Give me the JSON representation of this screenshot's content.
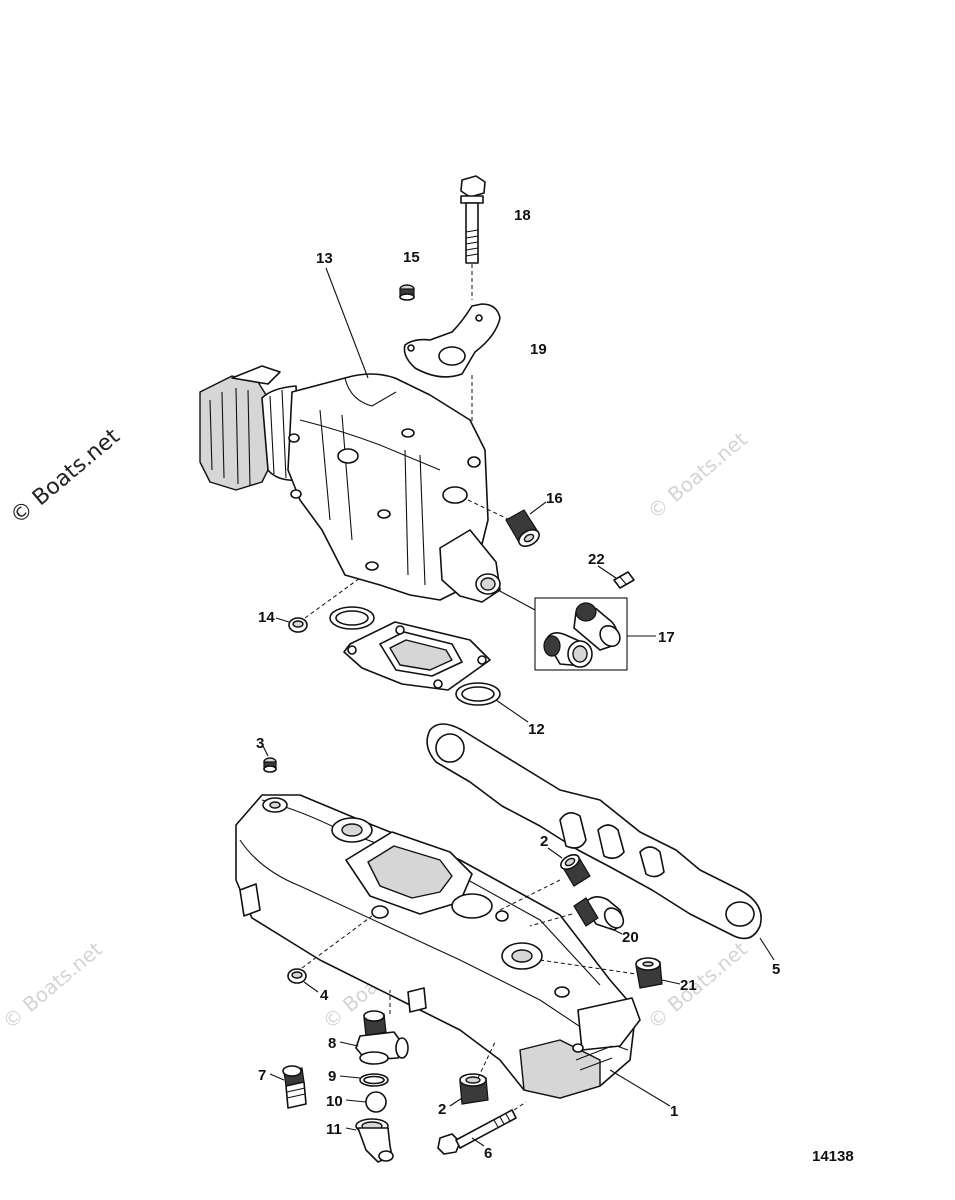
{
  "watermark_side": "© Boats.net",
  "watermark_faint": "© Boats.net",
  "figure_number": "14138",
  "callouts": [
    {
      "id": "18",
      "text": "18"
    },
    {
      "id": "13",
      "text": "13"
    },
    {
      "id": "15",
      "text": "15"
    },
    {
      "id": "19",
      "text": "19"
    },
    {
      "id": "16",
      "text": "16"
    },
    {
      "id": "22",
      "text": "22"
    },
    {
      "id": "17",
      "text": "17"
    },
    {
      "id": "14",
      "text": "14"
    },
    {
      "id": "12",
      "text": "12"
    },
    {
      "id": "3",
      "text": "3"
    },
    {
      "id": "2a",
      "text": "2"
    },
    {
      "id": "20",
      "text": "20"
    },
    {
      "id": "5",
      "text": "5"
    },
    {
      "id": "21",
      "text": "21"
    },
    {
      "id": "4",
      "text": "4"
    },
    {
      "id": "8",
      "text": "8"
    },
    {
      "id": "7",
      "text": "7"
    },
    {
      "id": "9",
      "text": "9"
    },
    {
      "id": "10",
      "text": "10"
    },
    {
      "id": "2b",
      "text": "2"
    },
    {
      "id": "1",
      "text": "1"
    },
    {
      "id": "11",
      "text": "11"
    },
    {
      "id": "6",
      "text": "6"
    }
  ]
}
